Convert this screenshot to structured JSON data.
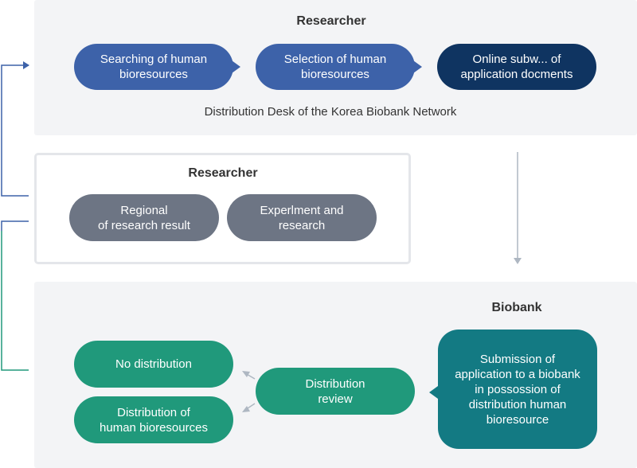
{
  "top_section": {
    "title": "Researcher",
    "steps": [
      {
        "label": "Searching of human\nbioresources"
      },
      {
        "label": "Selection of human\nbioresources"
      },
      {
        "label": "Online subw... of\napplication docments"
      }
    ],
    "caption": "Distribution Desk of the Korea Biobank Network"
  },
  "middle_section": {
    "title": "Researcher",
    "steps": [
      {
        "label": "Regional\nof research result"
      },
      {
        "label": "Experlment and\nresearch"
      }
    ]
  },
  "bottom_section": {
    "title": "Biobank",
    "submission": "Submission of\napplication to a biobank\nin possossion of\ndistribution human\nbioresource",
    "review": "Distribution\nreview",
    "outcomes": [
      {
        "label": "No distribution"
      },
      {
        "label": "Distribution of\nhuman bioresources"
      }
    ]
  },
  "colors": {
    "blue": "#3d62a9",
    "navy": "#0f3461",
    "gray": "#6d7584",
    "green": "#20997b",
    "teal": "#137a83",
    "arrow": "#aeb7c2"
  }
}
